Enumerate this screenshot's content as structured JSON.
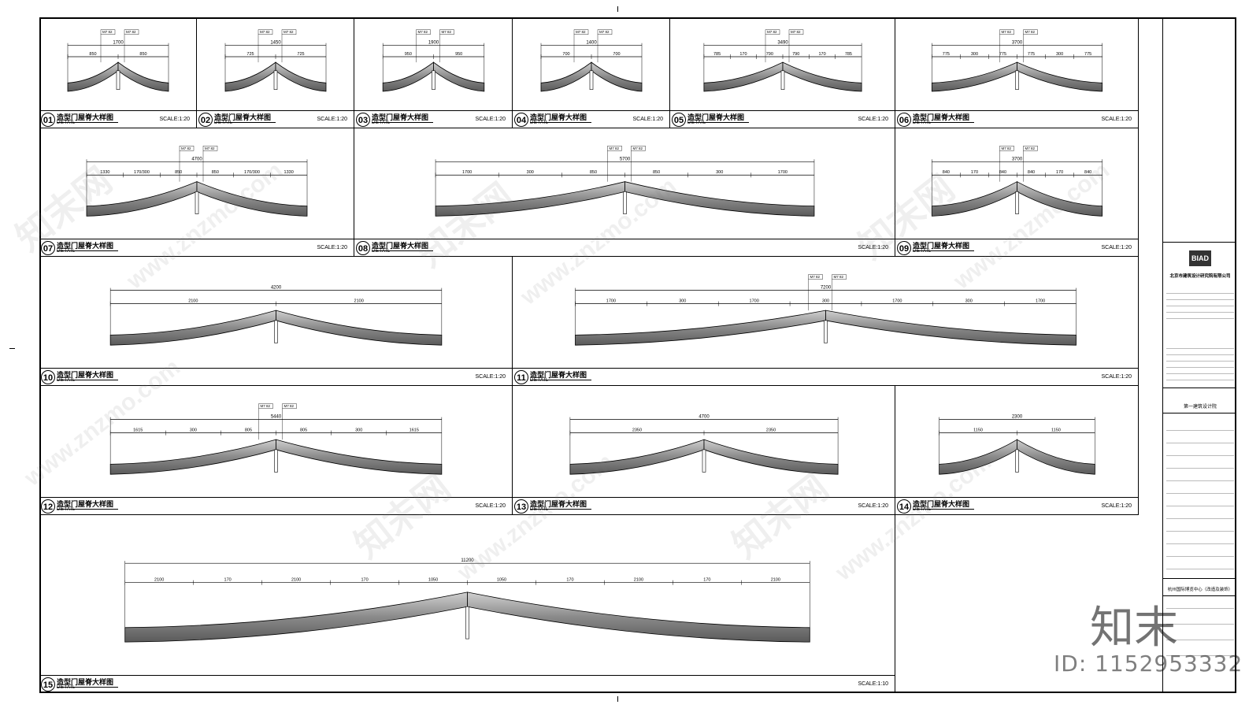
{
  "panels": [
    {
      "num": "01",
      "title": "造型门屋脊大样图",
      "subtitle": "DETAIL",
      "scale": "SCALE:1:20",
      "dims": [
        "1700",
        "850",
        "850"
      ],
      "tags": [
        "M7",
        "82"
      ]
    },
    {
      "num": "02",
      "title": "造型门屋脊大样图",
      "subtitle": "DETAIL",
      "scale": "SCALE:1:20",
      "dims": [
        "1450",
        "725",
        "725"
      ],
      "tags": [
        "M7",
        "82"
      ]
    },
    {
      "num": "03",
      "title": "造型门屋脊大样图",
      "subtitle": "DETAIL",
      "scale": "SCALE:1:20",
      "dims": [
        "1900",
        "950",
        "950"
      ],
      "tags": [
        "M7",
        "82"
      ]
    },
    {
      "num": "04",
      "title": "造型门屋脊大样图",
      "subtitle": "DETAIL",
      "scale": "SCALE:1:20",
      "dims": [
        "1400",
        "700",
        "700"
      ],
      "tags": [
        "M7",
        "82"
      ]
    },
    {
      "num": "05",
      "title": "造型门屋脊大样图",
      "subtitle": "DETAIL",
      "scale": "SCALE:1:20",
      "dims": [
        "3490",
        "785",
        "170",
        "790",
        "790",
        "170",
        "785"
      ],
      "tags": [
        "M7",
        "82"
      ]
    },
    {
      "num": "06",
      "title": "造型门屋脊大样图",
      "subtitle": "DETAIL",
      "scale": "SCALE:1:20",
      "dims": [
        "3700",
        "775",
        "300",
        "775",
        "775",
        "300",
        "775"
      ],
      "tags": [
        "M7",
        "82"
      ]
    },
    {
      "num": "07",
      "title": "造型门屋脊大样图",
      "subtitle": "DETAIL",
      "scale": "SCALE:1:20",
      "dims": [
        "4700",
        "1330",
        "170/300",
        "850",
        "850",
        "170/300",
        "1330"
      ],
      "tags": [
        "M7",
        "82"
      ]
    },
    {
      "num": "08",
      "title": "造型门屋脊大样图",
      "subtitle": "DETAIL",
      "scale": "SCALE:1:20",
      "dims": [
        "5700",
        "1700",
        "300",
        "850",
        "850",
        "300",
        "1700"
      ],
      "tags": [
        "M7",
        "82"
      ]
    },
    {
      "num": "09",
      "title": "造型门屋脊大样图",
      "subtitle": "DETAIL",
      "scale": "SCALE:1:20",
      "dims": [
        "3700",
        "840",
        "170",
        "840",
        "840",
        "170",
        "840"
      ],
      "tags": [
        "M7",
        "82"
      ]
    },
    {
      "num": "10",
      "title": "造型门屋脊大样图",
      "subtitle": "DETAIL",
      "scale": "SCALE:1:20",
      "dims": [
        "4200",
        "2100",
        "2100"
      ],
      "tags": []
    },
    {
      "num": "11",
      "title": "造型门屋脊大样图",
      "subtitle": "DETAIL",
      "scale": "SCALE:1:20",
      "dims": [
        "7200",
        "1700",
        "300",
        "1700",
        "300",
        "1700",
        "300",
        "1700"
      ],
      "tags": [
        "M7",
        "82"
      ]
    },
    {
      "num": "12",
      "title": "造型门屋脊大样图",
      "subtitle": "DETAIL",
      "scale": "SCALE:1:20",
      "dims": [
        "5440",
        "1615",
        "300",
        "805",
        "805",
        "300",
        "1615"
      ],
      "tags": [
        "M7",
        "82"
      ]
    },
    {
      "num": "13",
      "title": "造型门屋脊大样图",
      "subtitle": "DETAIL",
      "scale": "SCALE:1:20",
      "dims": [
        "4700",
        "2350",
        "2350"
      ],
      "tags": []
    },
    {
      "num": "14",
      "title": "造型门屋脊大样图",
      "subtitle": "DETAIL",
      "scale": "SCALE:1:20",
      "dims": [
        "2300",
        "1150",
        "1150"
      ],
      "tags": []
    },
    {
      "num": "15",
      "title": "造型门屋脊大样图",
      "subtitle": "DETAIL",
      "scale": "SCALE:1:10",
      "dims": [
        "11200",
        "2100",
        "170",
        "2100",
        "170",
        "1050",
        "1050",
        "170",
        "2100",
        "170",
        "2100"
      ],
      "tags": []
    }
  ],
  "titleblock": {
    "logo": "BIAD",
    "company": "北京市建筑设计研究院有限公司",
    "dept": "第一建筑设计院",
    "project": "杭州国际博览中心（改造及装饰）"
  },
  "watermark": {
    "site": "www.znzmo.com",
    "brand": "知末网",
    "big": "知末",
    "id": "ID: 1152953332"
  }
}
